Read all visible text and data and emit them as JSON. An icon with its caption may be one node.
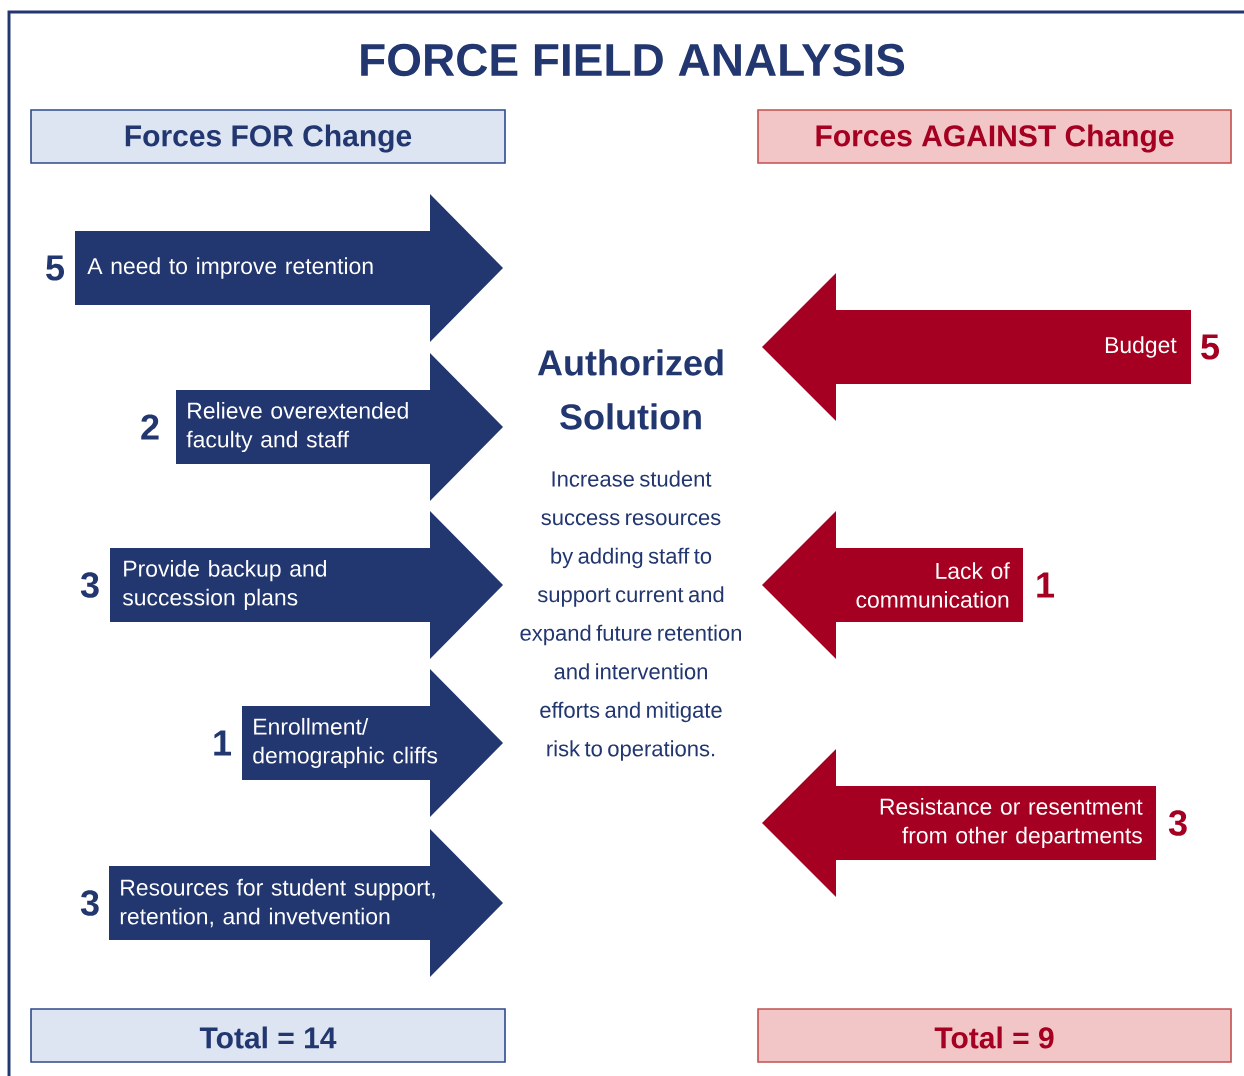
{
  "diagram": {
    "title": "FORCE FIELD ANALYSIS",
    "nodes": [
      {
        "text": [
          "Forces FOR Change"
        ]
      },
      {
        "text": [
          "Forces AGAINST Change"
        ]
      },
      {
        "text": [
          "A need to improve retention"
        ],
        "beside": [
          "5"
        ]
      },
      {
        "text": [
          "Relieve overextended faculty and staff"
        ],
        "beside": [
          "2"
        ]
      },
      {
        "text": [
          "Provide backup and succession plans"
        ],
        "beside": [
          "3"
        ]
      },
      {
        "text": [
          "Enrollment/ demographic cliffs"
        ],
        "beside": [
          "1"
        ]
      },
      {
        "text": [
          "Resources for student support, retention, and invetvention"
        ],
        "beside": [
          "3"
        ]
      },
      {
        "text": [
          "Authorized Solution",
          "Increase student success resources by adding staff to support current and expand future retention and intervention efforts and mitigate risk to operations."
        ]
      },
      {
        "text": [
          "Budget"
        ],
        "beside": [
          "5"
        ]
      },
      {
        "text": [
          "Lack of communication"
        ],
        "beside": [
          "1"
        ]
      },
      {
        "text": [
          "Resistance or resentment from other departments"
        ],
        "beside": [
          "3"
        ]
      },
      {
        "text": [
          "Total = 14"
        ]
      },
      {
        "text": [
          "Total = 9"
        ]
      }
    ]
  }
}
